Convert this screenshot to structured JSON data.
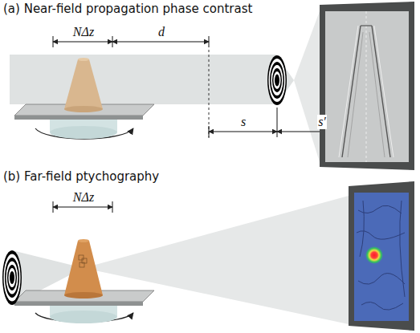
{
  "diagram": {
    "labels": [
      "(a) Near-field propagation phase contrast",
      "NΔz",
      "d",
      "s",
      "s′",
      "(b) Far-field ptychography",
      "NΔz"
    ]
  }
}
